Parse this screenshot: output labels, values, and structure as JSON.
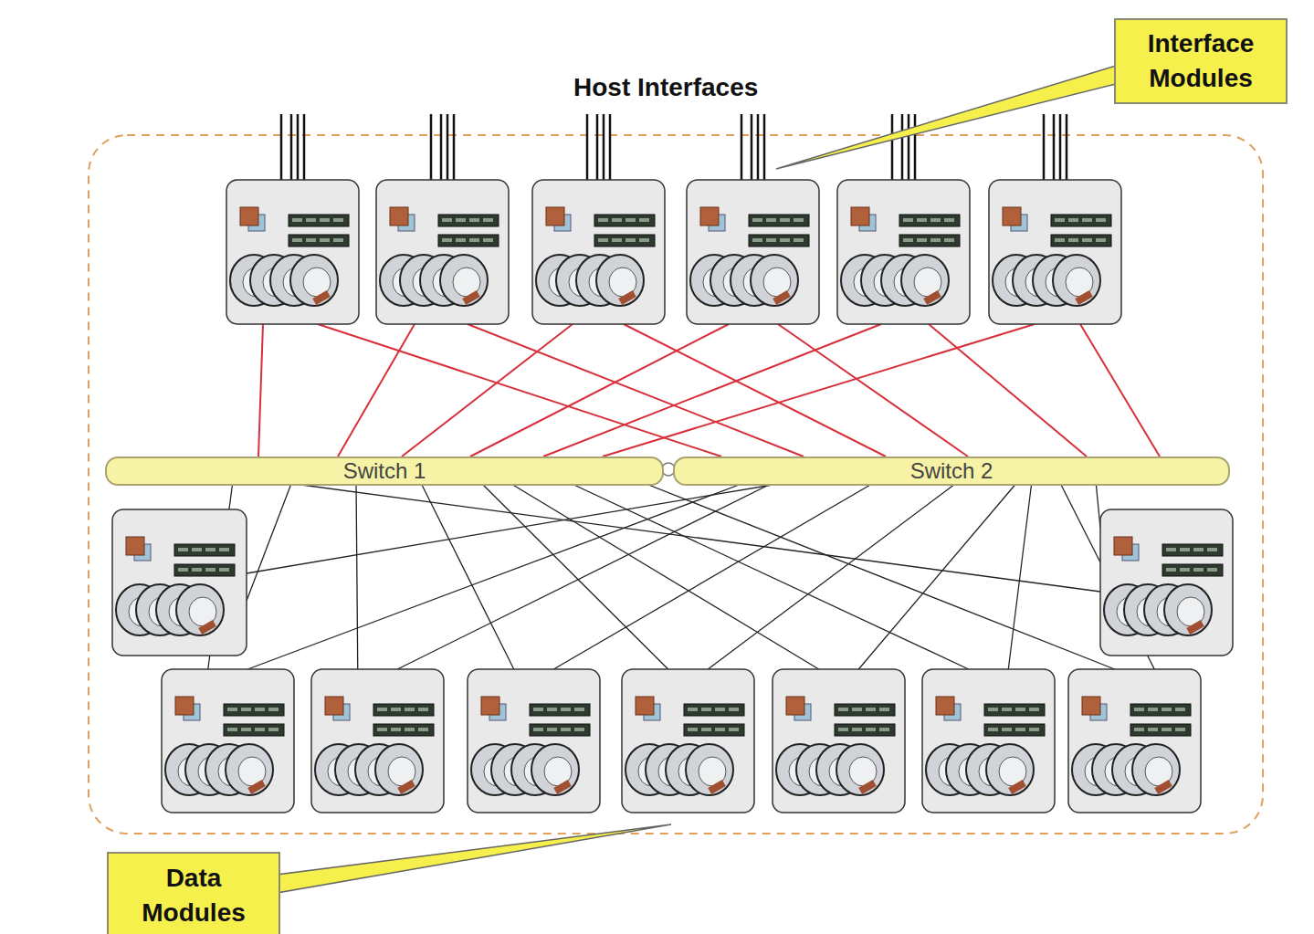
{
  "diagram": {
    "nodes": [
      {
        "text": [
          "Interface Modules"
        ]
      },
      {
        "text": [
          "Switch 1"
        ]
      },
      {
        "text": [
          "Switch 2"
        ]
      },
      {
        "text": [
          "Data Modules"
        ]
      }
    ],
    "labels": [
      "Host Interfaces"
    ]
  }
}
